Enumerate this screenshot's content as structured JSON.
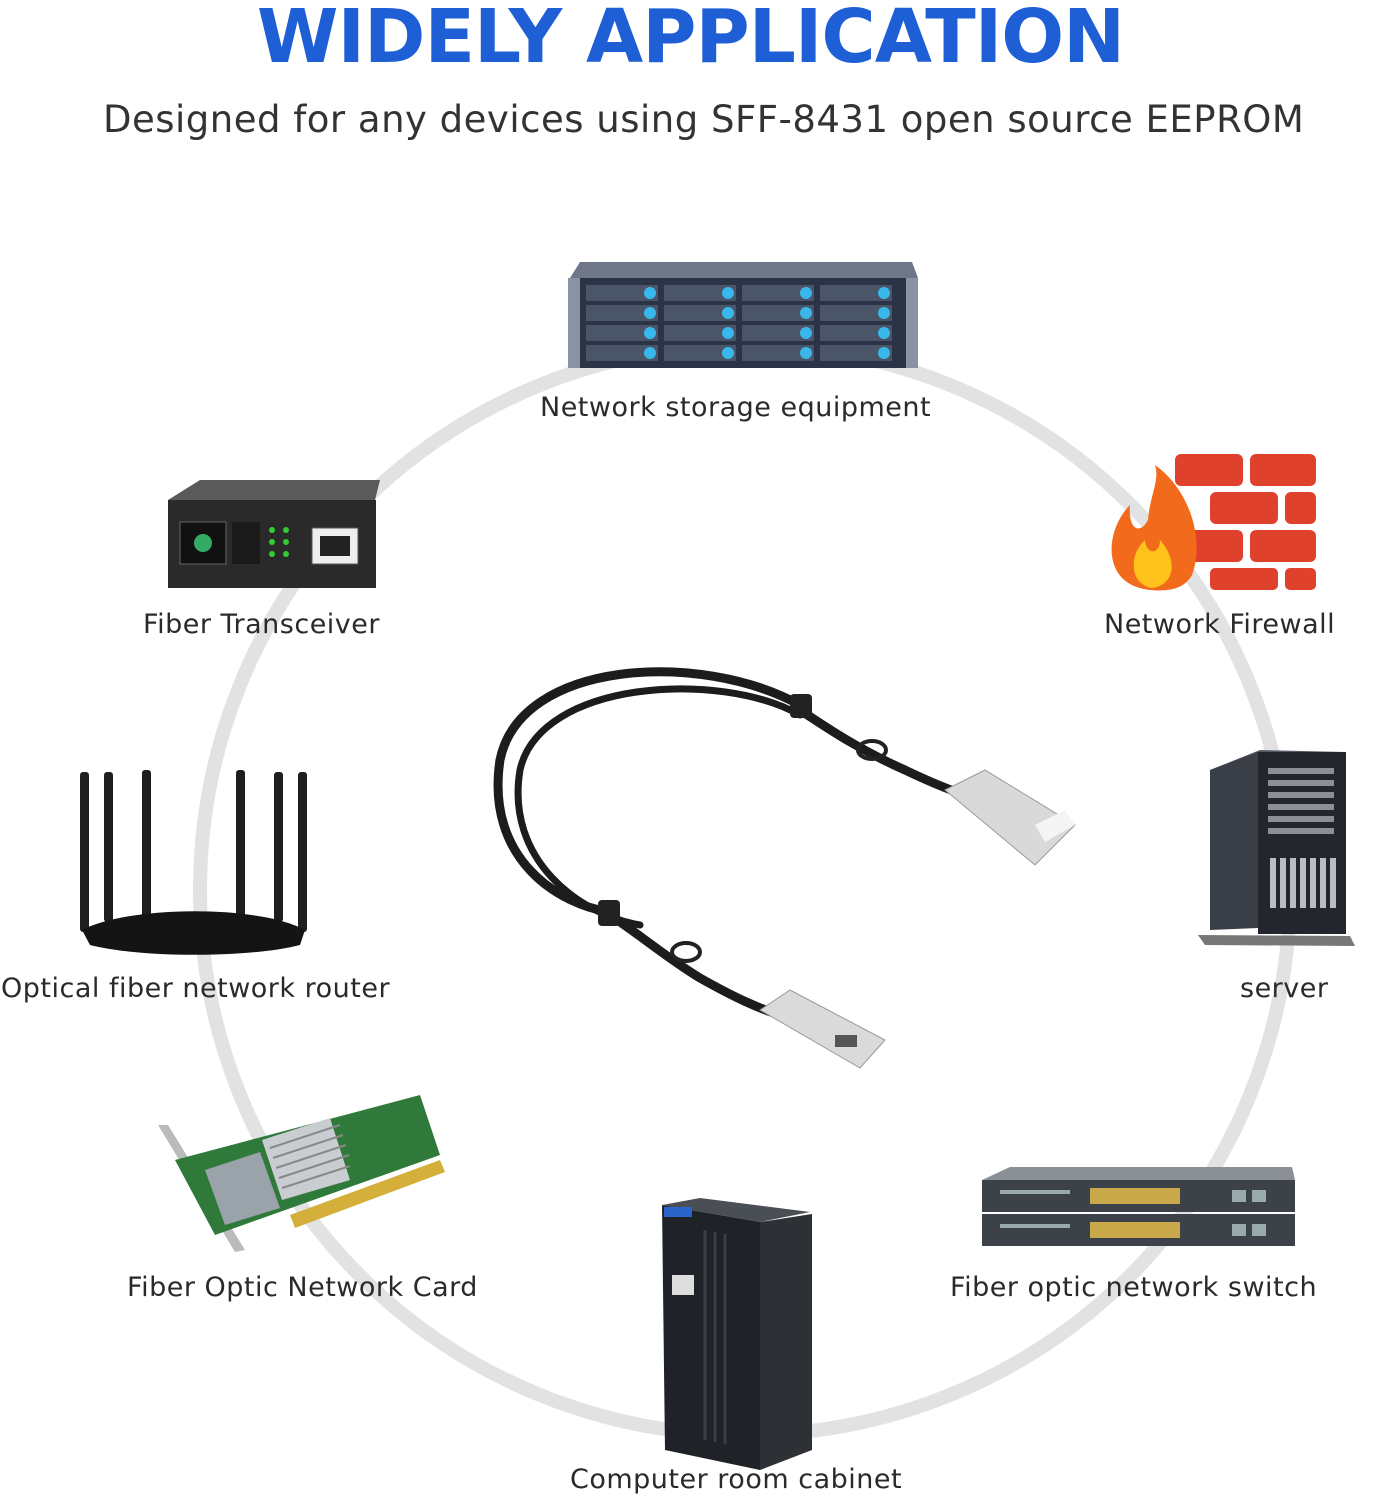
{
  "heading": {
    "title": "WIDELY APPLICATION",
    "subtitle": "Designed for any devices using SFF-8431 open source EEPROM",
    "title_color": "#1f5fd6"
  },
  "devices": [
    {
      "label": "Network storage equipment",
      "icon": "storage-server-icon"
    },
    {
      "label": "Fiber Transceiver",
      "icon": "fiber-transceiver-icon"
    },
    {
      "label": "Network Firewall",
      "icon": "firewall-icon"
    },
    {
      "label": "Optical fiber network router",
      "icon": "router-icon"
    },
    {
      "label": "server",
      "icon": "tower-server-icon"
    },
    {
      "label": "Fiber Optic Network Card",
      "icon": "network-card-icon"
    },
    {
      "label": "Fiber optic network switch",
      "icon": "network-switch-icon"
    },
    {
      "label": "Computer room cabinet",
      "icon": "server-cabinet-icon"
    }
  ],
  "center": {
    "icon": "dac-cable-icon"
  },
  "colors": {
    "ring": "#e2e2e2",
    "accent_blue": "#1f5fd6",
    "firewall_red": "#e0412c",
    "storage_led": "#39b6ea"
  }
}
